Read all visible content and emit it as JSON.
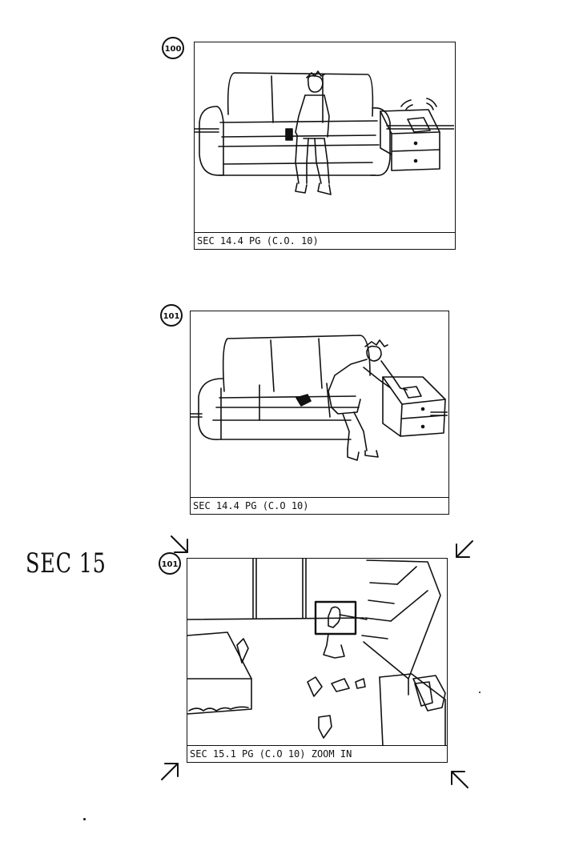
{
  "panels": [
    {
      "number": "100",
      "caption": "SEC 14.4 PG  (C.O. 10)"
    },
    {
      "number": "101",
      "caption": "SEC 14.4 PG  (C.O 10)"
    },
    {
      "number": "101",
      "caption": "SEC 15.1  PG (C.O 10) ZOOM  IN"
    }
  ],
  "section_label": "SEC 15",
  "icons": {
    "zoom_arrow": "zoom-in-arrow-icon"
  }
}
